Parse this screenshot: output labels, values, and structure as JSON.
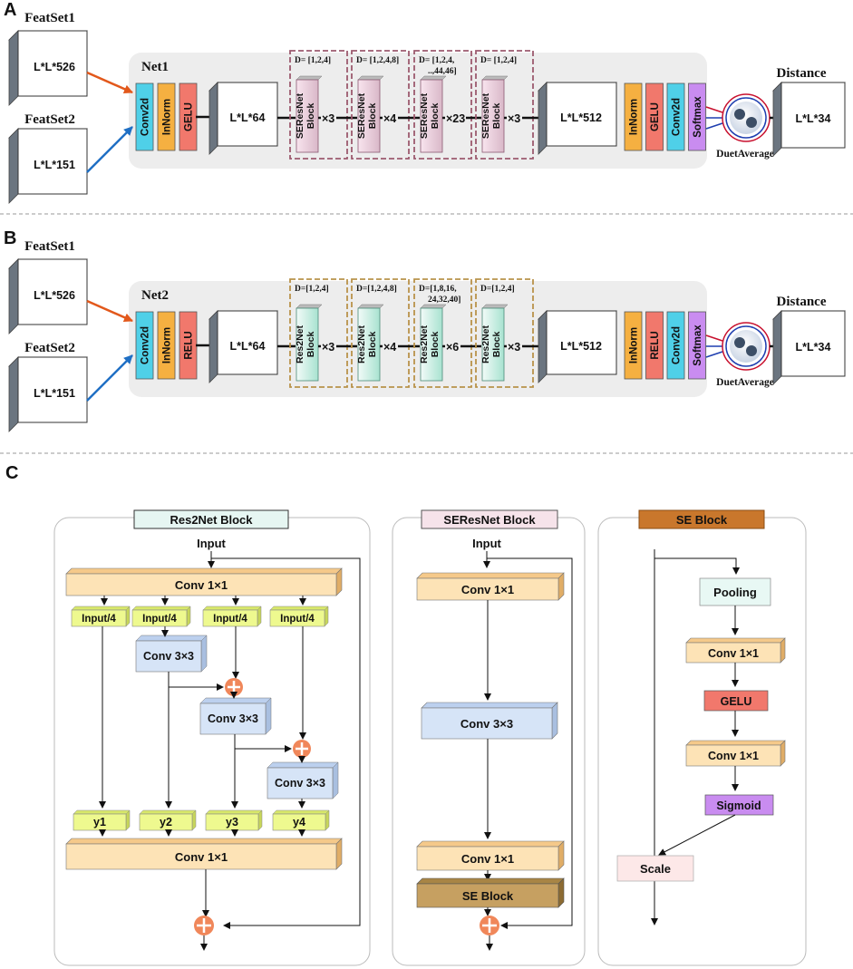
{
  "panels": {
    "A": {
      "letter": "A",
      "net_label": "Net1",
      "inputs": [
        {
          "title": "FeatSet1",
          "dim": "L*L*526"
        },
        {
          "title": "FeatSet2",
          "dim": "L*L*151"
        }
      ],
      "layers_in": [
        "Conv2d",
        "InNorm",
        "GELU"
      ],
      "mid_dim": "L*L*64",
      "blocks": [
        {
          "d": "D= [1,2,4]",
          "label1": "SEResNet",
          "label2": "Block",
          "rep": "×3"
        },
        {
          "d": "D= [1,2,4,8]",
          "label1": "SEResNet",
          "label2": "Block",
          "rep": "×4"
        },
        {
          "d": "D= [1,2,4,",
          "d2": "..,44,46]",
          "label1": "SEResNet",
          "label2": "Block",
          "rep": "×23"
        },
        {
          "d": "D= [1,2,4]",
          "label1": "SEResNet",
          "label2": "Block",
          "rep": "×3"
        }
      ],
      "out_dim": "L*L*512",
      "layers_out": [
        "InNorm",
        "GELU",
        "Conv2d",
        "Softmax"
      ],
      "avg_label": "DuetAverage",
      "dist_title": "Distance",
      "dist_dim": "L*L*34"
    },
    "B": {
      "letter": "B",
      "net_label": "Net2",
      "inputs": [
        {
          "title": "FeatSet1",
          "dim": "L*L*526"
        },
        {
          "title": "FeatSet2",
          "dim": "L*L*151"
        }
      ],
      "layers_in": [
        "Conv2d",
        "InNorm",
        "RELU"
      ],
      "mid_dim": "L*L*64",
      "blocks": [
        {
          "d": "D=[1,2,4]",
          "label1": "Res2Net",
          "label2": "Block",
          "rep": "×3"
        },
        {
          "d": "D=[1,2,4,8]",
          "label1": "Res2Net",
          "label2": "Block",
          "rep": "×4"
        },
        {
          "d": "D=[1,8,16,",
          "d2": "24,32,40]",
          "label1": "Res2Net",
          "label2": "Block",
          "rep": "×6"
        },
        {
          "d": "D=[1,2,4]",
          "label1": "Res2Net",
          "label2": "Block",
          "rep": "×3"
        }
      ],
      "out_dim": "L*L*512",
      "layers_out": [
        "InNorm",
        "RELU",
        "Conv2d",
        "Softmax"
      ],
      "avg_label": "DuetAverage",
      "dist_title": "Distance",
      "dist_dim": "L*L*34"
    },
    "C": {
      "letter": "C",
      "res2net": {
        "title": "Res2Net  Block",
        "input": "Input",
        "conv_top": "Conv 1×1",
        "splits": [
          "Input/4",
          "Input/4",
          "Input/4",
          "Input/4"
        ],
        "convs": [
          "Conv 3×3",
          "Conv 3×3",
          "Conv 3×3"
        ],
        "ys": [
          "y1",
          "y2",
          "y3",
          "y4"
        ],
        "conv_bottom": "Conv 1×1"
      },
      "seresnet": {
        "title": "SEResNet  Block",
        "input": "Input",
        "conv1": "Conv 1×1",
        "conv3": "Conv 3×3",
        "conv2": "Conv 1×1",
        "se": "SE Block"
      },
      "se": {
        "title": "SE  Block",
        "pooling": "Pooling",
        "conv1": "Conv 1×1",
        "gelu": "GELU",
        "conv2": "Conv 1×1",
        "sigmoid": "Sigmoid",
        "scale": "Scale"
      }
    }
  },
  "colors": {
    "conv2d": "#4fd0e8",
    "norm": "#f5b041",
    "act": "#f1786c",
    "softmax": "#c98cf0",
    "arrow_top": "#e2581b",
    "arrow_bottom": "#1f6fc4",
    "se_border": "#9c5a6e",
    "res2_border": "#b8924a",
    "conv_yellow": "#fde3b6",
    "conv_blue": "#d6e4f7",
    "split_green": "#eef98f",
    "plus": "#f0875a"
  }
}
